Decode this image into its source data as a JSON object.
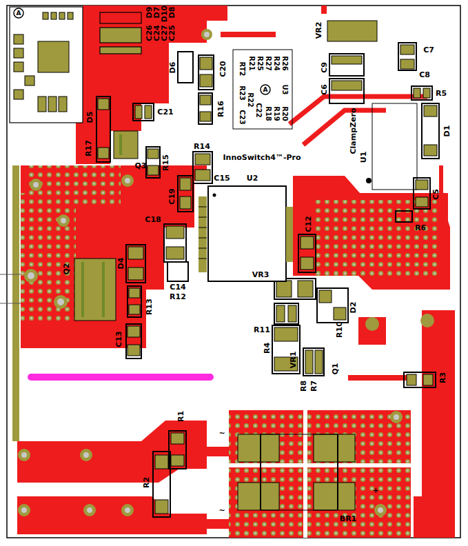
{
  "diagram": {
    "labels": [
      "A",
      "D9",
      "D7",
      "D10",
      "D8",
      "C26",
      "C24",
      "C27",
      "C25",
      "D6",
      "C20",
      "R16",
      "C21",
      "D5",
      "R17",
      "Q3",
      "R15",
      "R14",
      "C15",
      "InnoSwitch4™-Pro",
      "U2",
      "C19",
      "C18",
      "C12",
      "D4",
      "Q2",
      "C14",
      "R12",
      "R13",
      "C13",
      "VR3",
      "R11",
      "R10",
      "D2",
      "R4",
      "VR1",
      "R8",
      "R7",
      "Q1",
      "R3",
      "R1",
      "R2",
      "~",
      "~",
      "+",
      "BR1",
      "VR2",
      "C9",
      "C6",
      "C7",
      "C8",
      "R5",
      "D1",
      "ClampZero",
      "U1",
      "C5",
      "R6",
      "R26",
      "R24",
      "R27",
      "R25",
      "R21",
      "U3",
      "R20",
      "R19",
      "R18",
      "A",
      "RT2",
      "R23",
      "R22",
      "C22",
      "C23"
    ]
  }
}
